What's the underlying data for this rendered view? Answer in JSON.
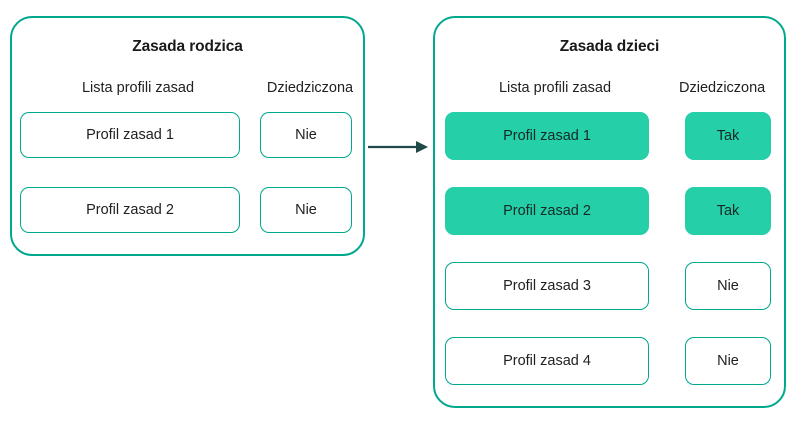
{
  "colors": {
    "panel_border": "#00a88e",
    "cell_border": "#00a88e",
    "filled": "#25cfa7",
    "arrow": "#1f4a47",
    "text": "#202124",
    "background": "#ffffff"
  },
  "panels": [
    {
      "id": "parent",
      "title": "Zasada rodzica",
      "columns": [
        "Lista profili zasad",
        "Dziedziczona"
      ],
      "rows": [
        {
          "profile": "Profil zasad 1",
          "inherited": "Nie",
          "selected": false
        },
        {
          "profile": "Profil zasad 2",
          "inherited": "Nie",
          "selected": false
        }
      ]
    },
    {
      "id": "child",
      "title": "Zasada dzieci",
      "columns": [
        "Lista profili zasad",
        "Dziedziczona"
      ],
      "rows": [
        {
          "profile": "Profil zasad 1",
          "inherited": "Tak",
          "selected": true
        },
        {
          "profile": "Profil zasad 2",
          "inherited": "Tak",
          "selected": true
        },
        {
          "profile": "Profil zasad 3",
          "inherited": "Nie",
          "selected": false
        },
        {
          "profile": "Profil zasad 4",
          "inherited": "Nie",
          "selected": false
        }
      ]
    }
  ],
  "connector": {
    "name": "arrow-right",
    "from": "parent",
    "to": "child"
  }
}
